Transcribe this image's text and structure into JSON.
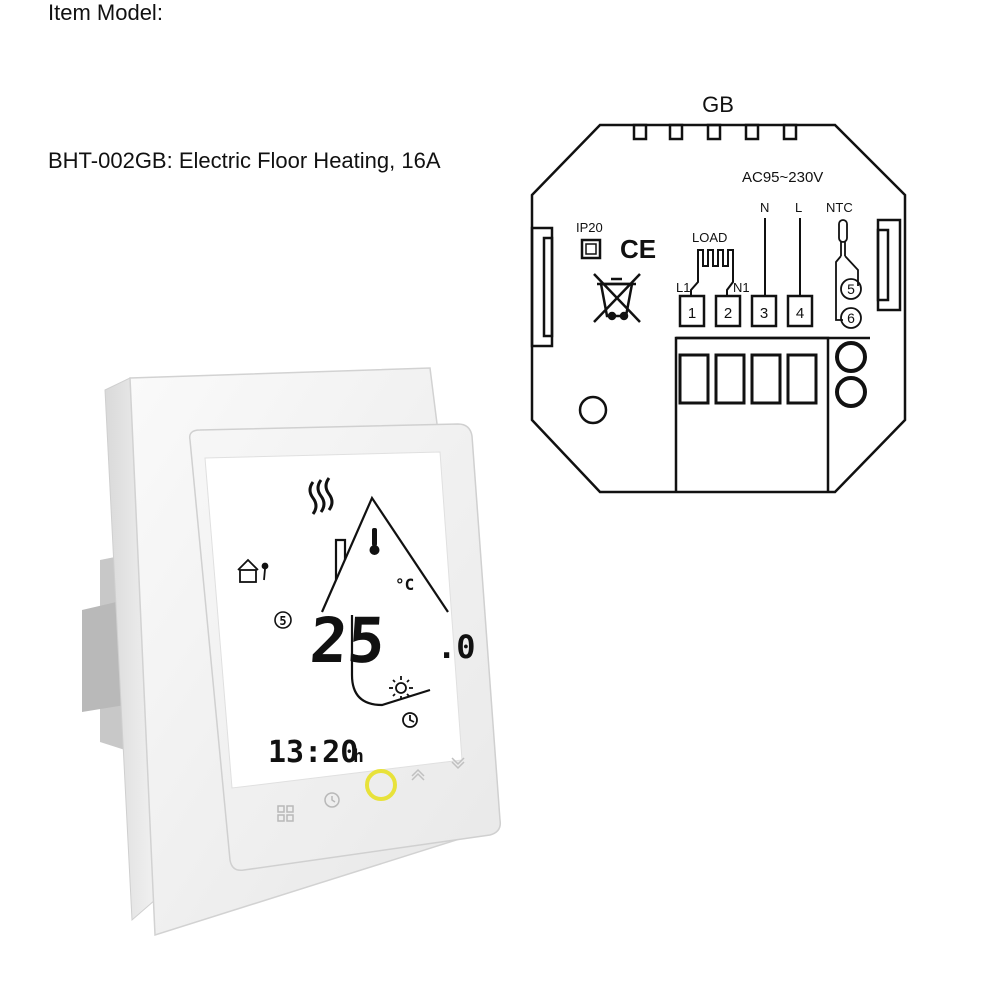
{
  "info": {
    "heading": "Item Model:",
    "model": "BHT-002GB: Electric Floor Heating, 16A"
  },
  "wiring": {
    "title": "GB",
    "voltage": "AC95~230V",
    "ip_rating": "IP20",
    "ce_mark": "CE",
    "load_label": "LOAD",
    "l1_label": "L1",
    "n1_label": "N1",
    "n_label": "N",
    "l_label": "L",
    "ntc_label": "NTC",
    "terminals": [
      "1",
      "2",
      "3",
      "4"
    ],
    "ntc_terminals": [
      "5",
      "6"
    ]
  },
  "thermostat": {
    "color": "#ffffff",
    "display": {
      "temperature": "25",
      "temperature_decimal": ".0",
      "unit": "°C",
      "time": "13:20",
      "time_unit": "h",
      "program_number": "5"
    },
    "accent_ring_color": "#e8e23a",
    "buttons": [
      "menu-icon",
      "clock-icon",
      "power-icon",
      "up-icon",
      "down-icon"
    ]
  }
}
